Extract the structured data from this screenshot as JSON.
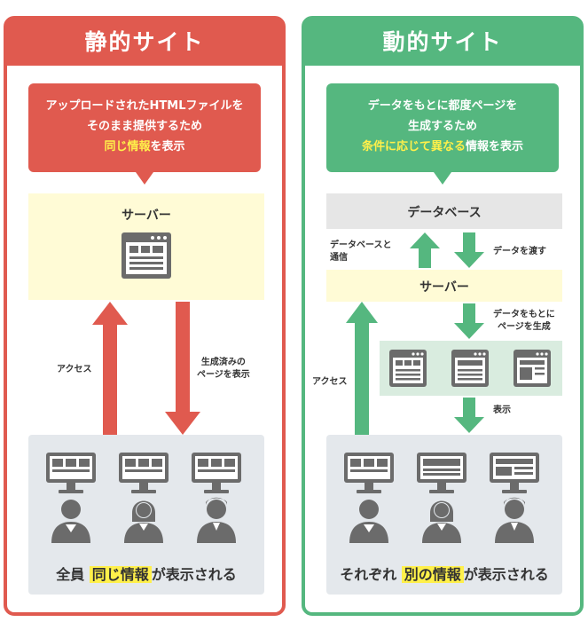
{
  "static": {
    "title": "静的サイト",
    "bubble": {
      "line1": "アップロードされたHTMLファイルを",
      "line2": "そのまま提供するため",
      "highlight": "同じ情報",
      "line3_suffix": "を表示"
    },
    "server_label": "サーバー",
    "access_label": "アクセス",
    "return_label_1": "生成済みの",
    "return_label_2": "ページを表示",
    "bottom_prefix": "全員",
    "bottom_highlight": "同じ情報",
    "bottom_suffix": "が表示される"
  },
  "dynamic": {
    "title": "動的サイト",
    "bubble": {
      "line1": "データをもとに都度ページを",
      "line2": "生成するため",
      "highlight": "条件に応じて異なる",
      "line3_suffix": "情報を表示"
    },
    "database_label": "データベース",
    "comm_label_1": "データベースと",
    "comm_label_2": "通信",
    "pass_label": "データを渡す",
    "server_label": "サーバー",
    "gen_label_1": "データをもとに",
    "gen_label_2": "ページを生成",
    "access_label": "アクセス",
    "display_label": "表示",
    "bottom_prefix": "それぞれ",
    "bottom_highlight": "別の情報",
    "bottom_suffix": "が表示される"
  },
  "colors": {
    "static": "#e05a4f",
    "dynamic": "#55b77f",
    "icon": "#6b6b6b",
    "highlight": "#fff04a"
  }
}
